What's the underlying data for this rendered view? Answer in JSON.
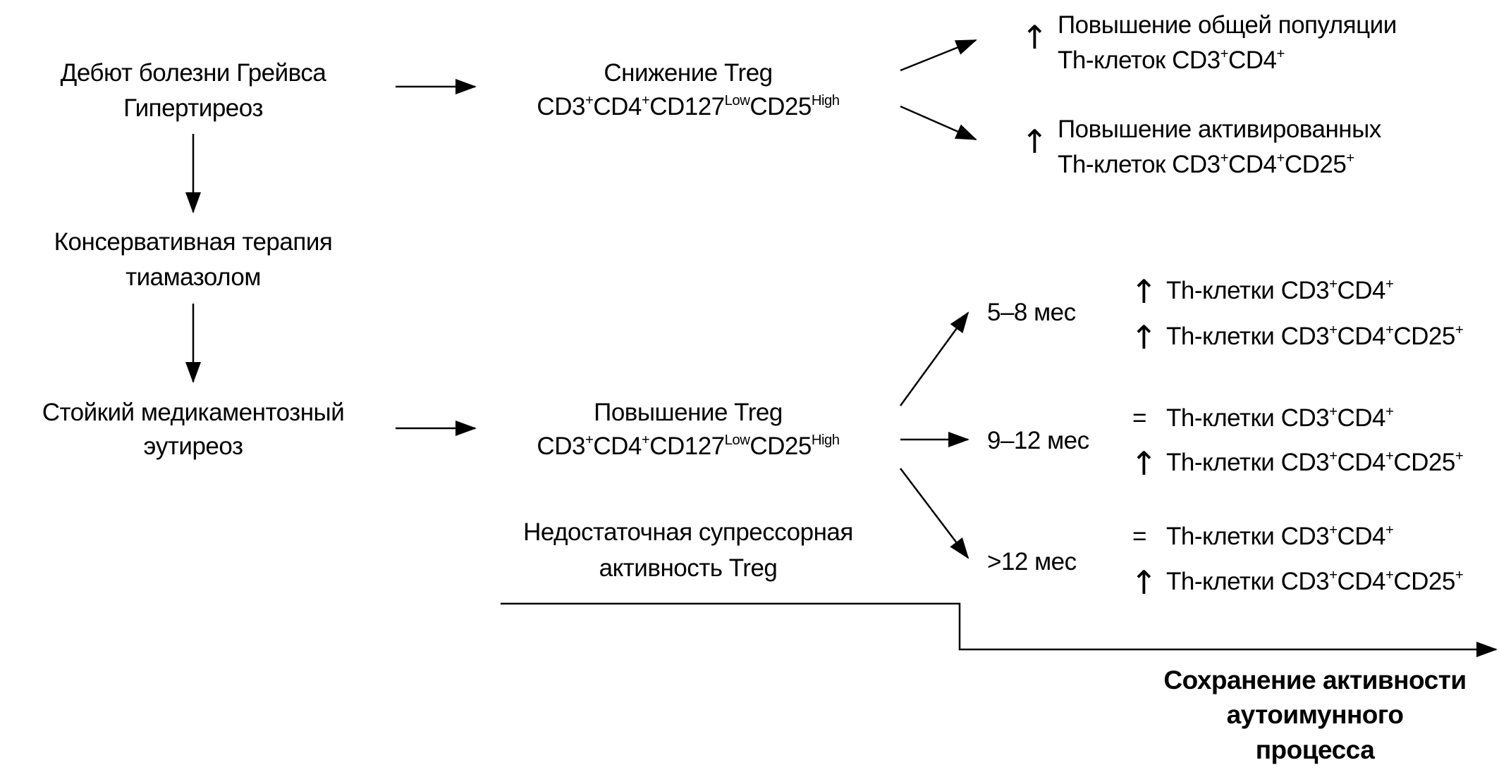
{
  "left_column": {
    "onset": [
      "Дебют болезни Грейвса",
      "Гипертиреоз"
    ],
    "therapy": [
      "Консервативная терапия",
      "тиамазолом"
    ],
    "euthyroid": [
      "Стойкий медикаментозный",
      "эутиреоз"
    ]
  },
  "middle_column": {
    "treg_decrease": {
      "title": "Снижение Treg",
      "marker": {
        "p1": "CD3",
        "s1": "+",
        "p2": "CD4",
        "s2": "+",
        "p3": "CD127",
        "s3": "Low",
        "p4": "CD25",
        "s4": "High"
      }
    },
    "treg_increase": {
      "title": "Повышение Treg",
      "marker": {
        "p1": "CD3",
        "s1": "+",
        "p2": "CD4",
        "s2": "+",
        "p3": "CD127",
        "s3": "Low",
        "p4": "CD25",
        "s4": "High"
      }
    },
    "insufficient": [
      "Недостаточная супрессорная",
      "активность Treg"
    ]
  },
  "top_right": [
    {
      "symbol": "↑",
      "line1": "Повышение общей популяции",
      "line2_prefix": "Th-клеток ",
      "cells": [
        [
          "CD3",
          "+"
        ],
        [
          "CD4",
          "+"
        ]
      ]
    },
    {
      "symbol": "↑",
      "line1": "Повышение активированных",
      "line2_prefix": "Th-клеток ",
      "cells": [
        [
          "CD3",
          "+"
        ],
        [
          "CD4",
          "+"
        ],
        [
          "CD25",
          "+"
        ]
      ]
    }
  ],
  "periods": [
    {
      "label": "5–8 мес",
      "rows": [
        {
          "symbol": "↑",
          "prefix": "Th-клетки ",
          "cells": [
            [
              "CD3",
              "+"
            ],
            [
              "CD4",
              "+"
            ]
          ]
        },
        {
          "symbol": "↑",
          "prefix": "Th-клетки ",
          "cells": [
            [
              "CD3",
              "+"
            ],
            [
              "CD4",
              "+"
            ],
            [
              "CD25",
              "+"
            ]
          ]
        }
      ]
    },
    {
      "label": "9–12 мес",
      "rows": [
        {
          "symbol": "=",
          "prefix": "Th-клетки ",
          "cells": [
            [
              "CD3",
              "+"
            ],
            [
              "CD4",
              "+"
            ]
          ]
        },
        {
          "symbol": "↑",
          "prefix": "Th-клетки ",
          "cells": [
            [
              "CD3",
              "+"
            ],
            [
              "CD4",
              "+"
            ],
            [
              "CD25",
              "+"
            ]
          ]
        }
      ]
    },
    {
      "label": ">12 мес",
      "rows": [
        {
          "symbol": "=",
          "prefix": "Th-клетки ",
          "cells": [
            [
              "CD3",
              "+"
            ],
            [
              "CD4",
              "+"
            ]
          ]
        },
        {
          "symbol": "↑",
          "prefix": "Th-клетки ",
          "cells": [
            [
              "CD3",
              "+"
            ],
            [
              "CD4",
              "+"
            ],
            [
              "CD25",
              "+"
            ]
          ]
        }
      ]
    }
  ],
  "outcome": [
    "Сохранение активности",
    "аутоимунного",
    "процесса"
  ]
}
